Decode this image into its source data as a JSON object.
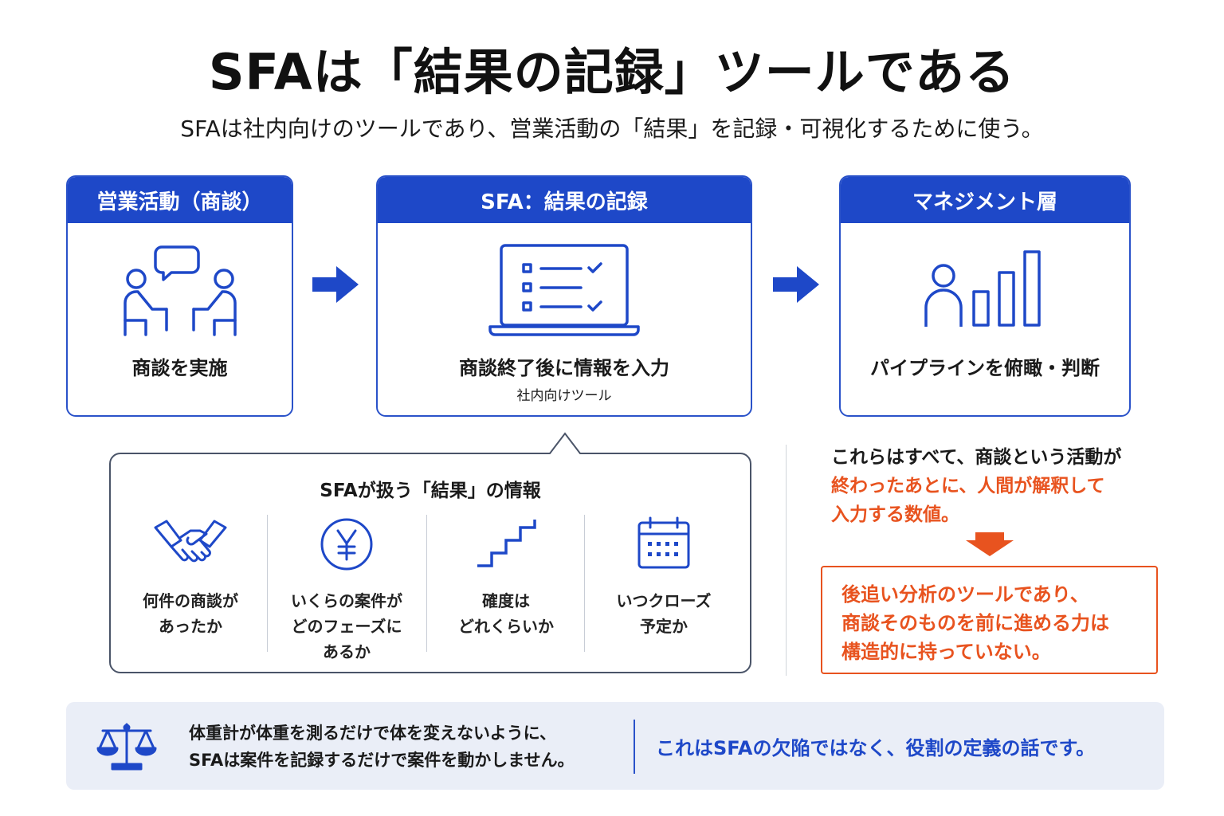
{
  "title": "SFAは「結果の記録」ツールである",
  "subtitle": "SFAは社内向けのツールであり、営業活動の「結果」を記録・可視化するために使う。",
  "cards": [
    {
      "header": "営業活動（商談）",
      "text": "商談を実施",
      "icon": "meeting-icon"
    },
    {
      "header": "SFA：結果の記録",
      "text": "商談終了後に情報を入力",
      "sub": "社内向けツール",
      "icon": "laptop-checklist-icon"
    },
    {
      "header": "マネジメント層",
      "text": "パイプラインを俯瞰・判断",
      "icon": "person-bar-chart-icon"
    }
  ],
  "results": {
    "title": "SFAが扱う「結果」の情報",
    "items": [
      {
        "line1": "何件の商談が",
        "line2": "あったか",
        "line3": "",
        "icon": "handshake-icon"
      },
      {
        "line1": "いくらの案件が",
        "line2": "どのフェーズに",
        "line3": "あるか",
        "icon": "yen-icon"
      },
      {
        "line1": "確度は",
        "line2": "どれくらいか",
        "line3": "",
        "icon": "stairs-icon"
      },
      {
        "line1": "いつクローズ",
        "line2": "予定か",
        "line3": "",
        "icon": "calendar-icon"
      }
    ]
  },
  "note": {
    "line1": "これらはすべて、商談という活動が",
    "line2": "終わったあとに、人間が解釈して",
    "line3": "入力する数値。"
  },
  "conclusion": {
    "line1": "後追い分析のツールであり、",
    "line2": "商談そのものを前に進める力は",
    "line3": "構造的に持っていない。"
  },
  "bottom": {
    "line1": "体重計が体重を測るだけで体を変えないように、",
    "line2": "SFAは案件を記録するだけで案件を動かしません。",
    "right": "これはSFAの欠陥ではなく、役割の定義の話です。",
    "icon": "balance-scale-icon"
  },
  "colors": {
    "blue": "#1e48c8",
    "orange": "#e8531f",
    "bottom_bg": "#eaeef7"
  }
}
